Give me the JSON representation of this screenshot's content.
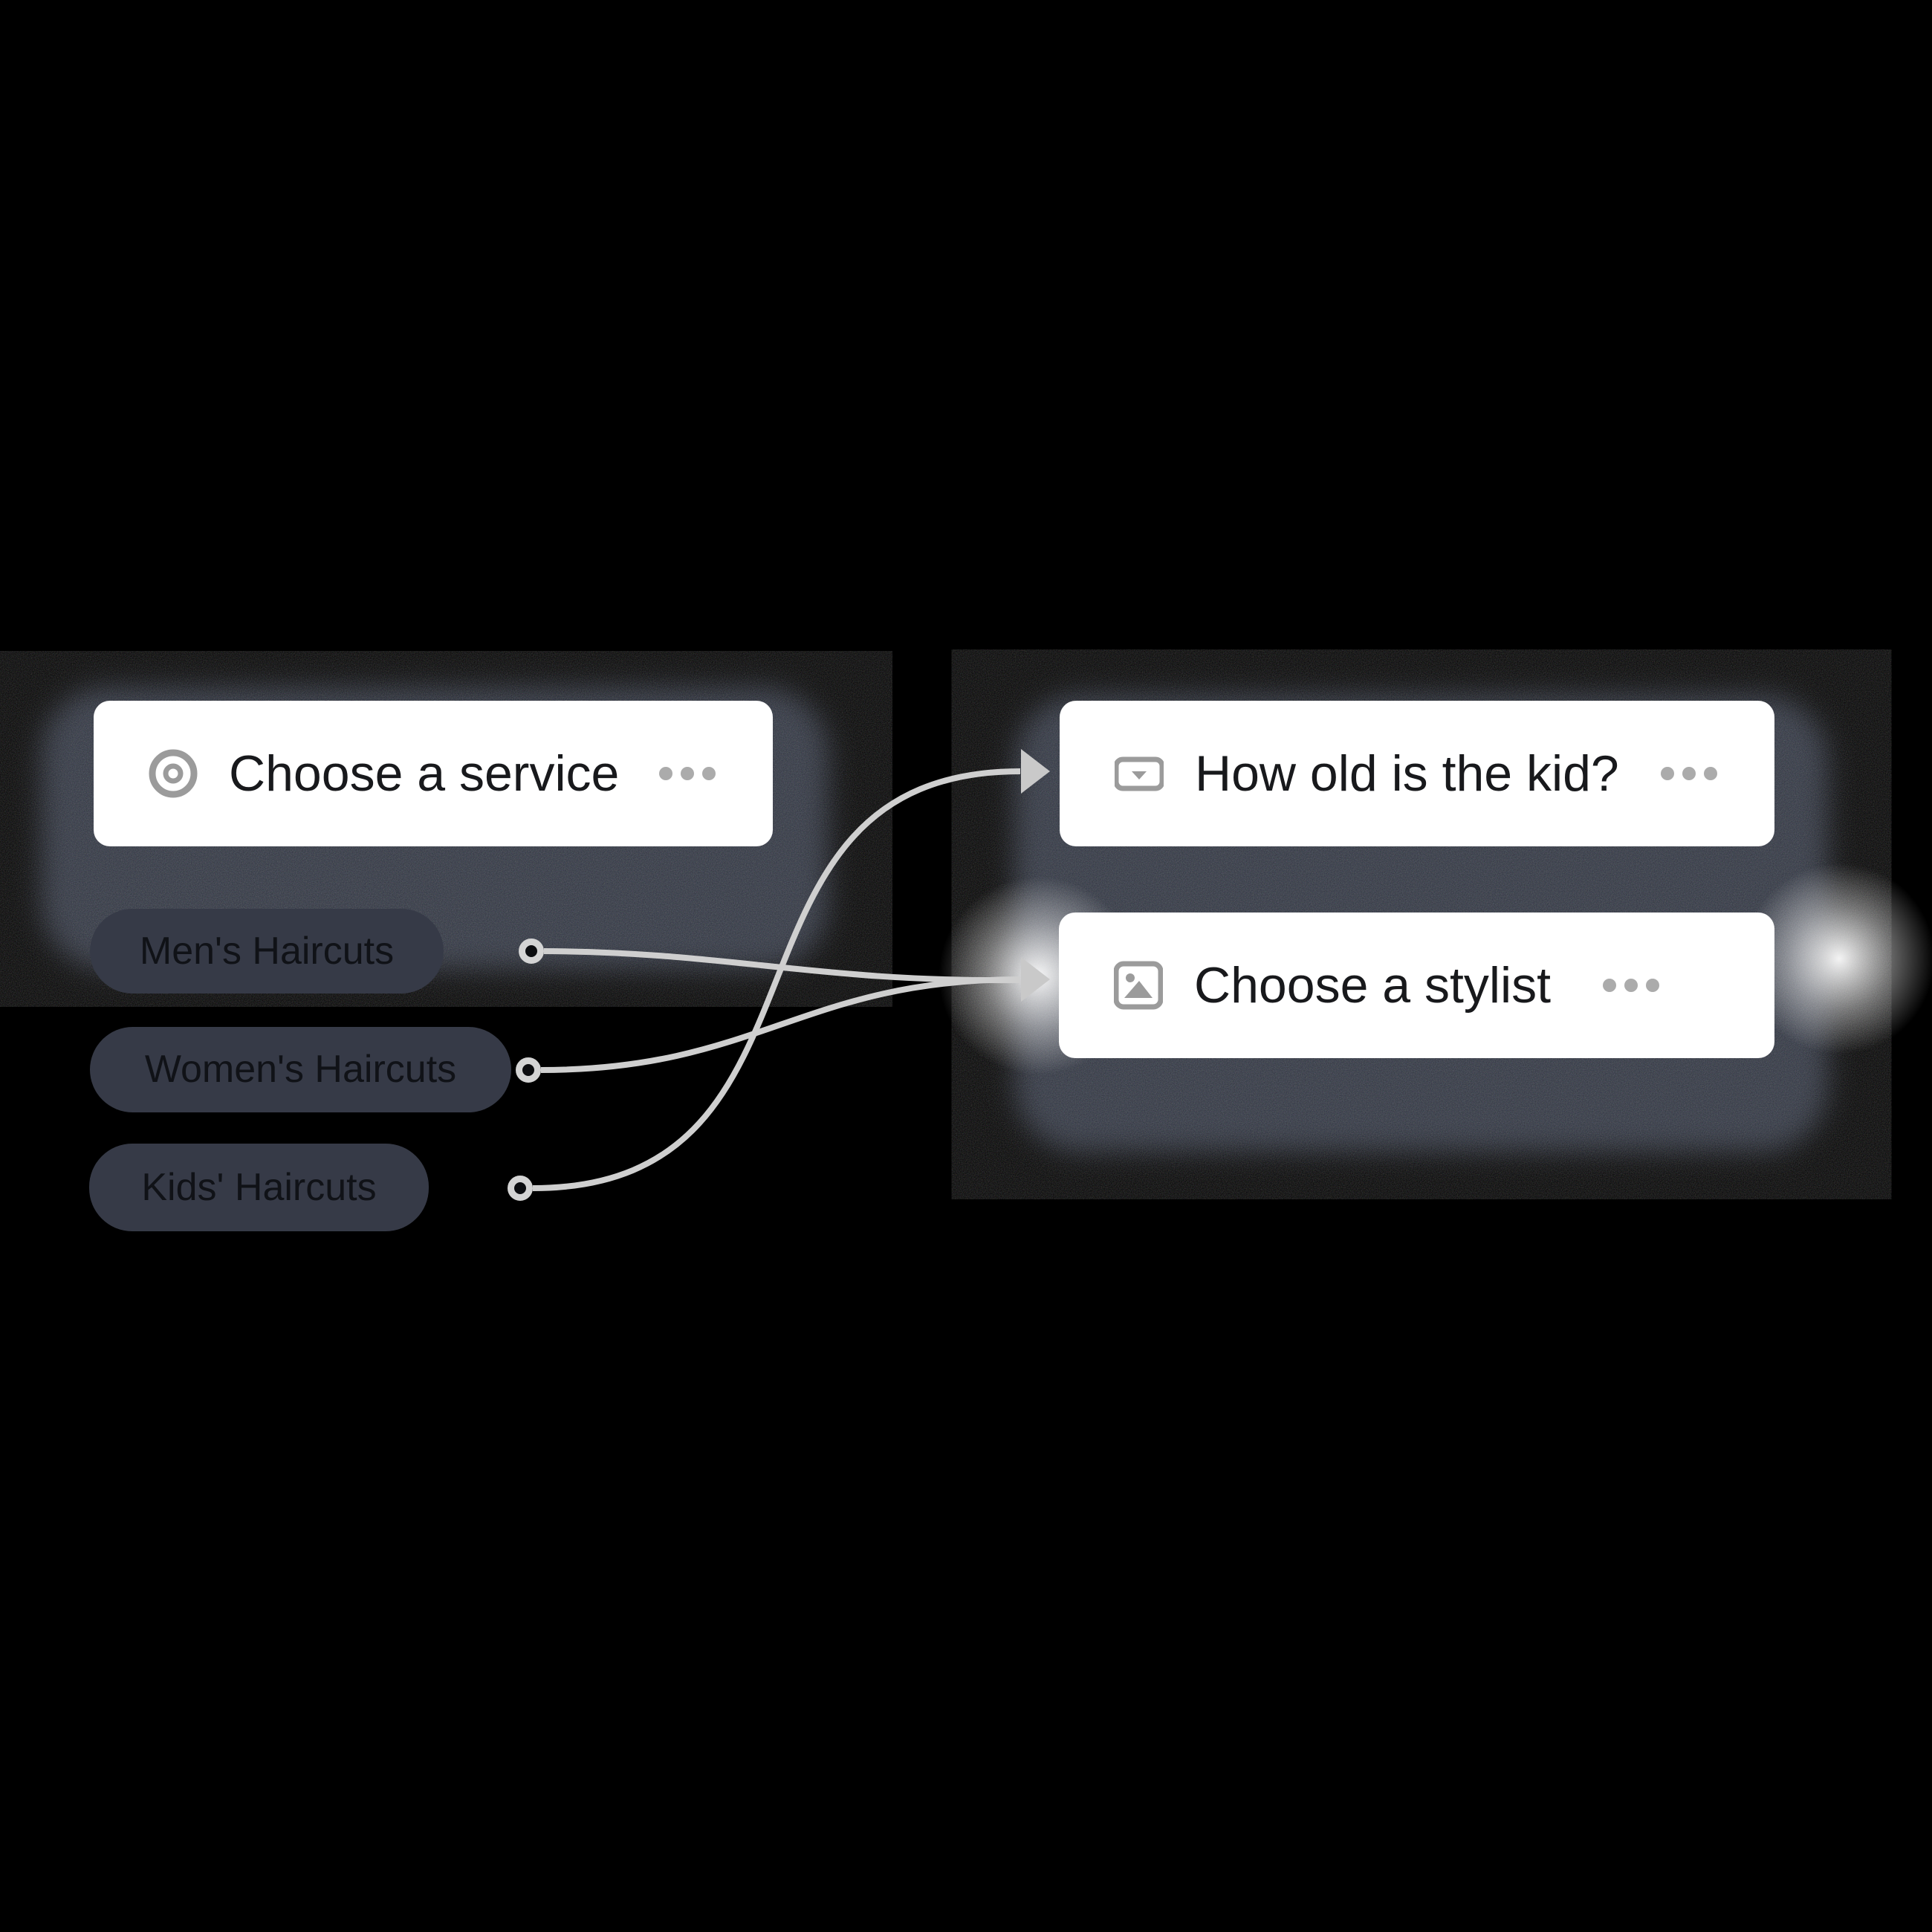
{
  "diagram": {
    "service_card": {
      "title": "Choose a service",
      "icon": "target-icon",
      "menu_icon": "ellipsis-icon"
    },
    "options": [
      {
        "label": "Men's Haircuts"
      },
      {
        "label": "Women's Haircuts"
      },
      {
        "label": "Kids' Haircuts"
      }
    ],
    "question_cards": [
      {
        "title": "How old is the kid?",
        "icon": "dropdown-icon",
        "menu_icon": "ellipsis-icon"
      },
      {
        "title": "Choose a stylist",
        "icon": "image-icon",
        "menu_icon": "ellipsis-icon"
      }
    ],
    "connections": [
      {
        "from": "Men's Haircuts",
        "to": "Choose a stylist"
      },
      {
        "from": "Women's Haircuts",
        "to": "Choose a stylist"
      },
      {
        "from": "Kids' Haircuts",
        "to": "How old is the kid?"
      }
    ],
    "colors": {
      "background": "#000000",
      "halo": "#2c313d",
      "card": "#ffffff",
      "card_text": "#18191c",
      "pill": "#363a47",
      "pill_text": "#101217",
      "connector": "#cfcfcf",
      "icon_gray": "#9b9b9b",
      "dots_gray": "#ababab"
    }
  }
}
